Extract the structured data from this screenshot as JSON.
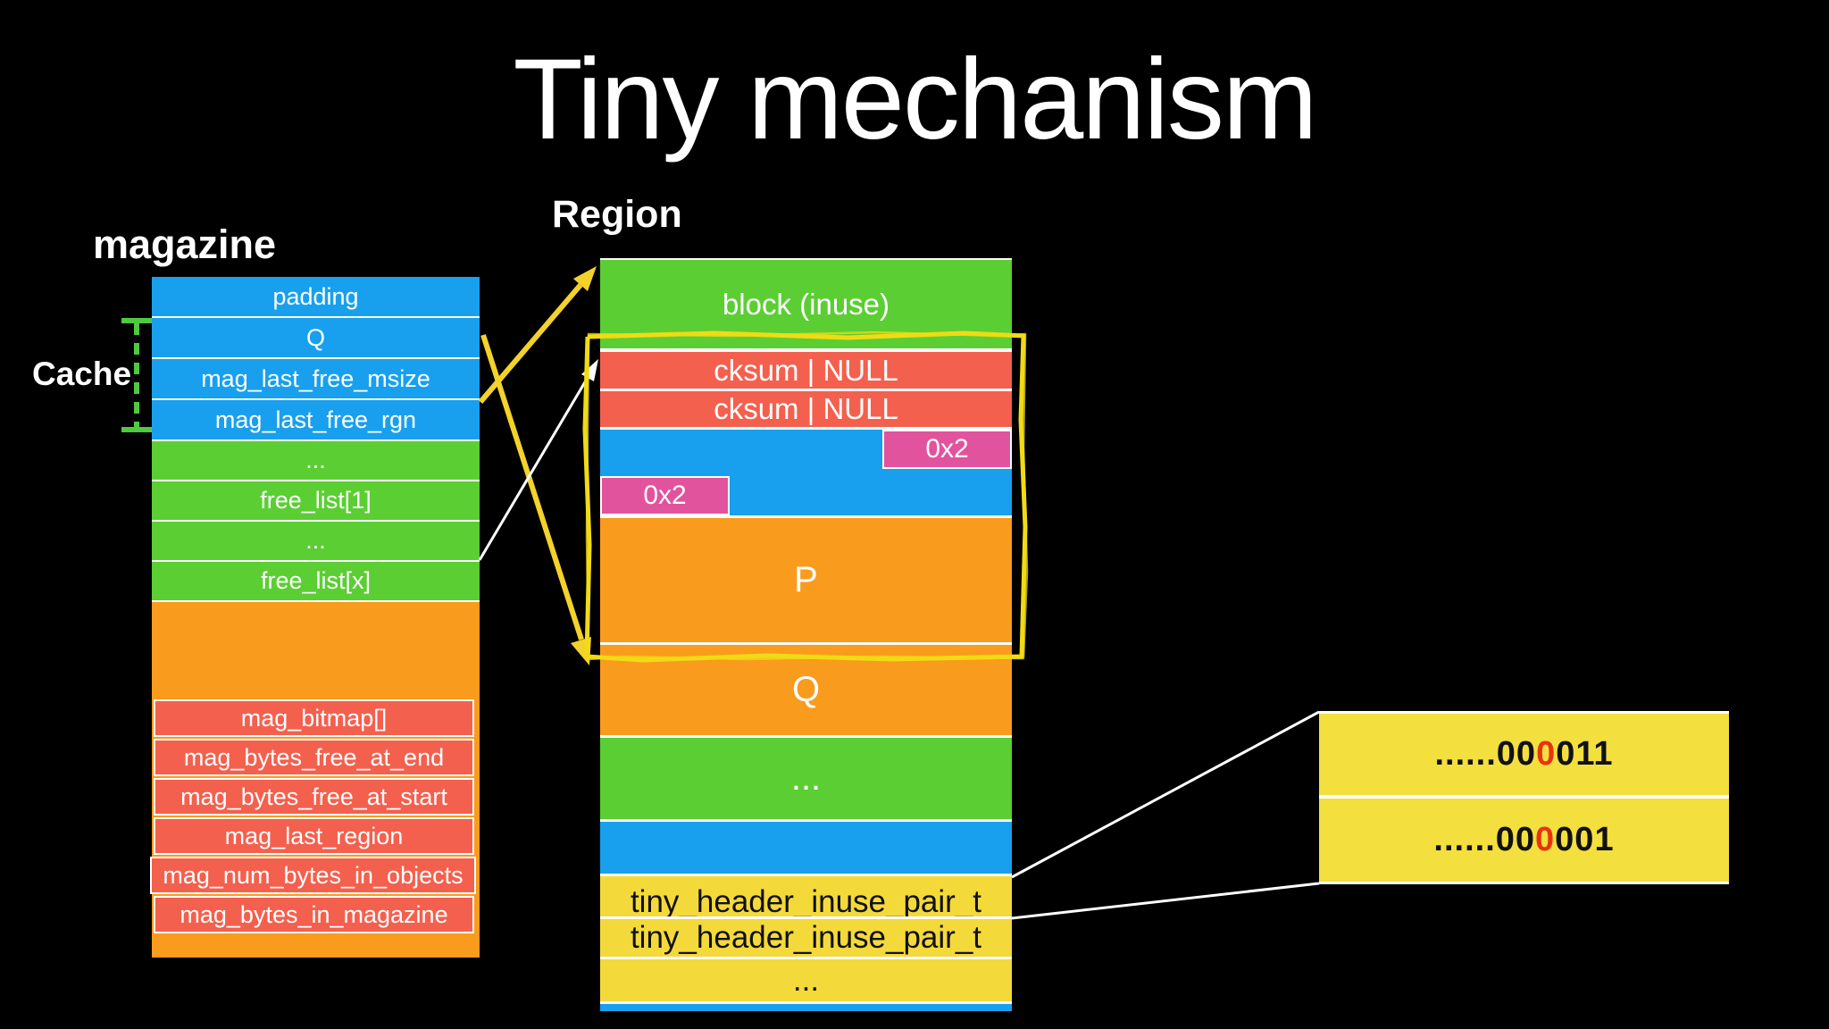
{
  "title": "Tiny mechanism",
  "cache": {
    "label": "Cache"
  },
  "magazine": {
    "label": "magazine",
    "rows": [
      "padding",
      "Q",
      "mag_last_free_msize",
      "mag_last_free_rgn",
      "...",
      "free_list[1]",
      "...",
      "free_list[x]"
    ],
    "stat_rows": [
      "mag_bitmap[]",
      "mag_bytes_free_at_end",
      "mag_bytes_free_at_start",
      "mag_last_region",
      "mag_num_bytes_in_objects",
      "mag_bytes_in_magazine"
    ]
  },
  "region": {
    "label": "Region",
    "block_inuse": "block (inuse)",
    "cksum_row1": "cksum | NULL",
    "cksum_row2": "cksum | NULL",
    "inuse_tag_right": "0x2",
    "inuse_tag_left": "0x2",
    "block_p": "P",
    "block_q": "Q",
    "ellipsis": "...",
    "tiny_header_row1": "tiny_header_inuse_pair_t",
    "tiny_header_row2": "tiny_header_inuse_pair_t",
    "tiny_ellipsis": "..."
  },
  "bit_boxes": [
    {
      "prefix": "......00",
      "red_digit": "0",
      "suffix": "011"
    },
    {
      "prefix": "......00",
      "red_digit": "0",
      "suffix": "001"
    }
  ],
  "colors": {
    "blue": "#18a0ee",
    "green": "#5bce33",
    "orange": "#f99b1d",
    "salmon": "#f4604e",
    "pink": "#e2539e",
    "yellow_row": "#f4d93b",
    "yellow_box": "#f3df3e",
    "highlight_yellow": "#f0db15",
    "arrow_yellow": "#f3d22b",
    "red_digit": "#e8330e",
    "cache_green": "#4ec940"
  }
}
